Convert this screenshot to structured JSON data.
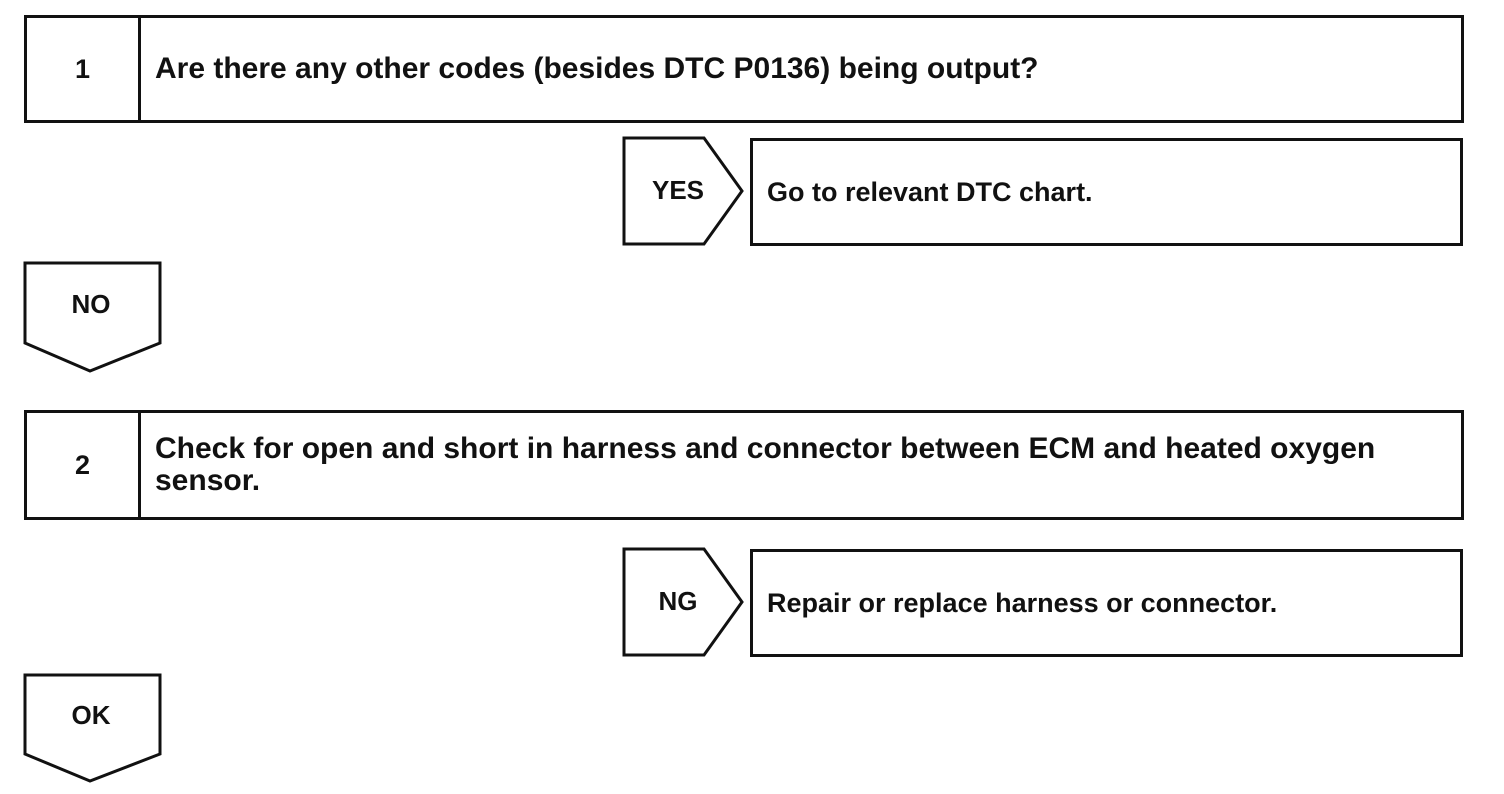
{
  "steps": [
    {
      "number": "1",
      "text": "Are there any other codes (besides DTC P0136) being output?"
    },
    {
      "number": "2",
      "text": "Check for open and short in harness and connector between ECM and heated oxygen sensor."
    }
  ],
  "branches": [
    {
      "label": "YES",
      "result": "Go to relevant DTC chart."
    },
    {
      "label": "NO"
    },
    {
      "label": "NG",
      "result": "Repair or replace harness or connector."
    },
    {
      "label": "OK"
    }
  ]
}
